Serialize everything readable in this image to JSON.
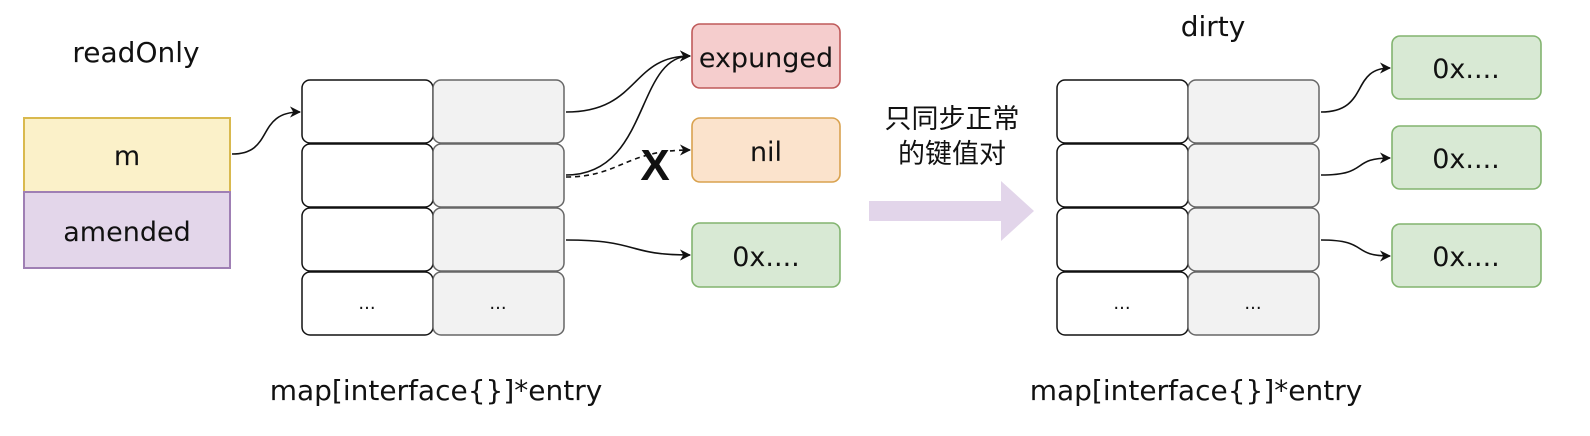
{
  "readonly": {
    "title": "readOnly",
    "field_m": "m",
    "field_amended": "amended",
    "map_label": "map[interface{}]*entry",
    "ellipsis_key": "...",
    "ellipsis_val": "..."
  },
  "entries": {
    "expunged": "expunged",
    "nil": "nil",
    "pointer": "0x....",
    "deleted_mark": "X"
  },
  "sync_note": {
    "line1": "只同步正常",
    "line2": "的键值对"
  },
  "dirty": {
    "title": "dirty",
    "map_label": "map[interface{}]*entry",
    "ellipsis_key": "...",
    "ellipsis_val": "...",
    "pointers": [
      "0x....",
      "0x....",
      "0x...."
    ]
  },
  "colors": {
    "yellow_fill": "#fbf1c9",
    "yellow_stroke": "#d9b94e",
    "purple_fill": "#e3d6ea",
    "purple_stroke": "#9f7fb4",
    "red_fill": "#f5cdcd",
    "red_stroke": "#bf5a5a",
    "orange_fill": "#fbe3cc",
    "orange_stroke": "#d9a24f",
    "green_fill": "#d8e9d4",
    "green_stroke": "#82b46f",
    "grey_cell": "#f2f2f2",
    "arrow_fill": "#e2d5ea"
  }
}
